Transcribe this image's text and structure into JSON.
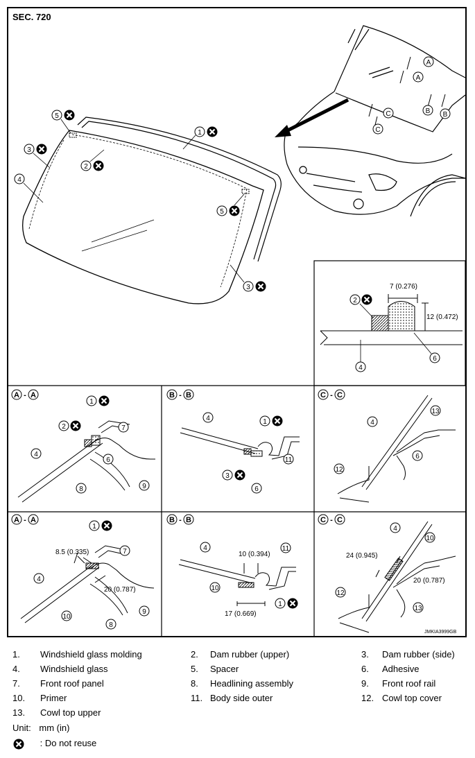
{
  "header": {
    "section": "SEC. 720"
  },
  "views": {
    "aa": "A",
    "bb": "B",
    "cc": "C",
    "sep": "-"
  },
  "callouts": [
    "1",
    "2",
    "3",
    "4",
    "5",
    "6",
    "7",
    "8",
    "9",
    "10",
    "11",
    "12",
    "13"
  ],
  "dimensions": {
    "adhesive_width": "7 (0.276)",
    "adhesive_height": "12 (0.472)",
    "a_primer": "8.5 (0.335)",
    "a_gap": "20 (0.787)",
    "b_top": "10 (0.394)",
    "b_bottom": "17 (0.669)",
    "c_width": "24 (0.945)",
    "c_gap": "20 (0.787)"
  },
  "figure_code": "JMKIA3999GB",
  "legend": {
    "items": [
      {
        "num": "1.",
        "text": "Windshield glass molding"
      },
      {
        "num": "2.",
        "text": "Dam rubber (upper)"
      },
      {
        "num": "3.",
        "text": "Dam rubber (side)"
      },
      {
        "num": "4.",
        "text": "Windshield glass"
      },
      {
        "num": "5.",
        "text": "Spacer"
      },
      {
        "num": "6.",
        "text": "Adhesive"
      },
      {
        "num": "7.",
        "text": "Front roof panel"
      },
      {
        "num": "8.",
        "text": "Headlining assembly"
      },
      {
        "num": "9.",
        "text": "Front roof rail"
      },
      {
        "num": "10.",
        "text": "Primer"
      },
      {
        "num": "11.",
        "text": "Body side outer"
      },
      {
        "num": "12.",
        "text": "Cowl top cover"
      },
      {
        "num": "13.",
        "text": "Cowl top upper"
      }
    ],
    "unit_label": "Unit:",
    "unit_value": "mm (in)",
    "do_not_reuse": ": Do not reuse"
  },
  "icons": {
    "do_not_reuse": "x-circle-icon"
  }
}
